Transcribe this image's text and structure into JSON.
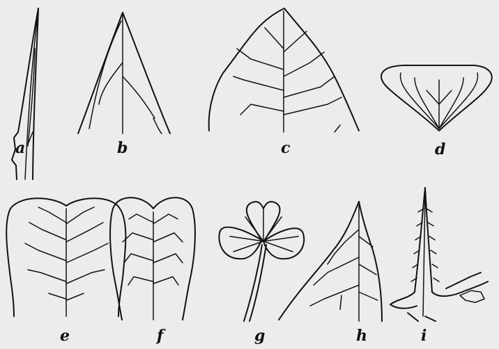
{
  "figure": {
    "labels": [
      "a",
      "b",
      "c",
      "d",
      "e",
      "f",
      "g",
      "h",
      "i"
    ]
  }
}
